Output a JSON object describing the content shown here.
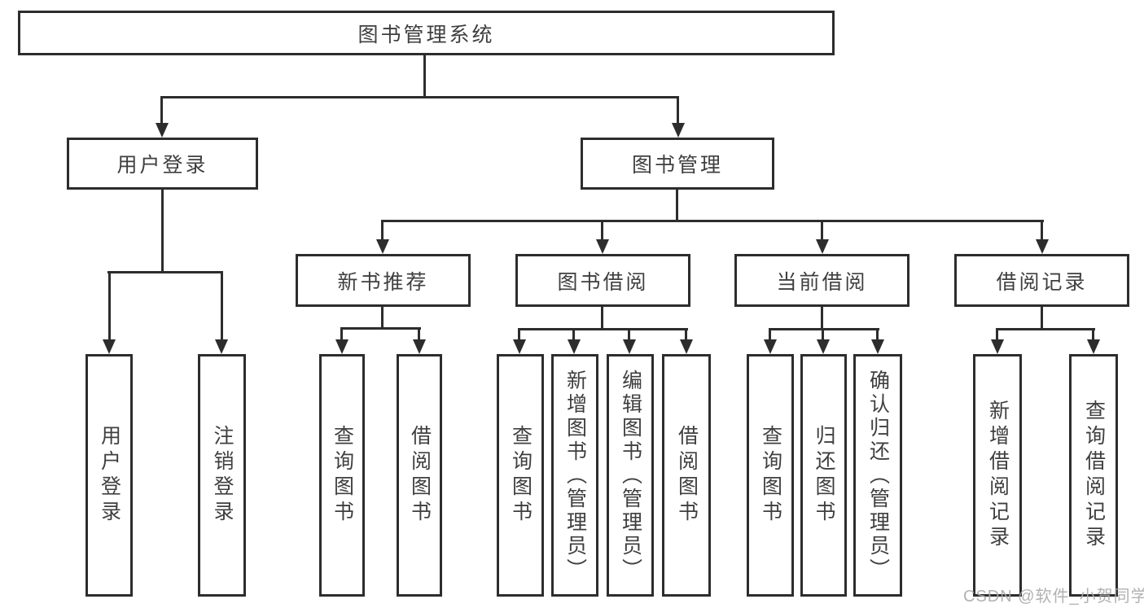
{
  "diagram": {
    "type": "hierarchy-tree",
    "root": {
      "label": "图书管理系统"
    },
    "level2": [
      {
        "label": "用户登录"
      },
      {
        "label": "图书管理"
      }
    ],
    "level3": [
      {
        "label": "新书推荐",
        "parent": "图书管理"
      },
      {
        "label": "图书借阅",
        "parent": "图书管理"
      },
      {
        "label": "当前借阅",
        "parent": "图书管理"
      },
      {
        "label": "借阅记录",
        "parent": "图书管理"
      }
    ],
    "leaves": [
      {
        "label": "用户登录",
        "parent": "用户登录"
      },
      {
        "label": "注销登录",
        "parent": "用户登录"
      },
      {
        "label": "查询图书",
        "parent": "新书推荐"
      },
      {
        "label": "借阅图书",
        "parent": "新书推荐"
      },
      {
        "label": "查询图书",
        "parent": "图书借阅"
      },
      {
        "label": "新增图书（管理员）",
        "parent": "图书借阅"
      },
      {
        "label": "编辑图书（管理员）",
        "parent": "图书借阅"
      },
      {
        "label": "借阅图书",
        "parent": "图书借阅"
      },
      {
        "label": "查询图书",
        "parent": "当前借阅"
      },
      {
        "label": "归还图书",
        "parent": "当前借阅"
      },
      {
        "label": "确认归还（管理员）",
        "parent": "当前借阅"
      },
      {
        "label": "新增借阅记录",
        "parent": "借阅记录"
      },
      {
        "label": "查询借阅记录",
        "parent": "借阅记录"
      }
    ],
    "colors": {
      "line": "#2d2d2d",
      "text": "#3f3f3f",
      "background": "#ffffff",
      "watermark": "#aaaaaa"
    }
  },
  "watermark": {
    "text": "CSDN @软件_小贺同学"
  }
}
